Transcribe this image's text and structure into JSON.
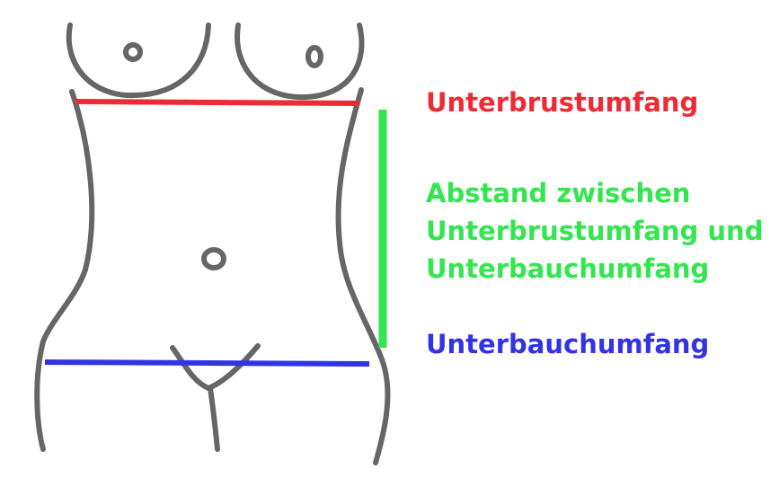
{
  "labels": {
    "underbust": "Unterbrustumfang",
    "distance_lines": [
      "Abstand zwischen",
      "Unterbrustumfang und",
      "Unterbauchumfang"
    ],
    "lower_belly": "Unterbauchumfang"
  },
  "colors": {
    "underbust": "#ee2a35",
    "distance": "#33e650",
    "lower_belly": "#3333e6",
    "outline": "#666666"
  }
}
